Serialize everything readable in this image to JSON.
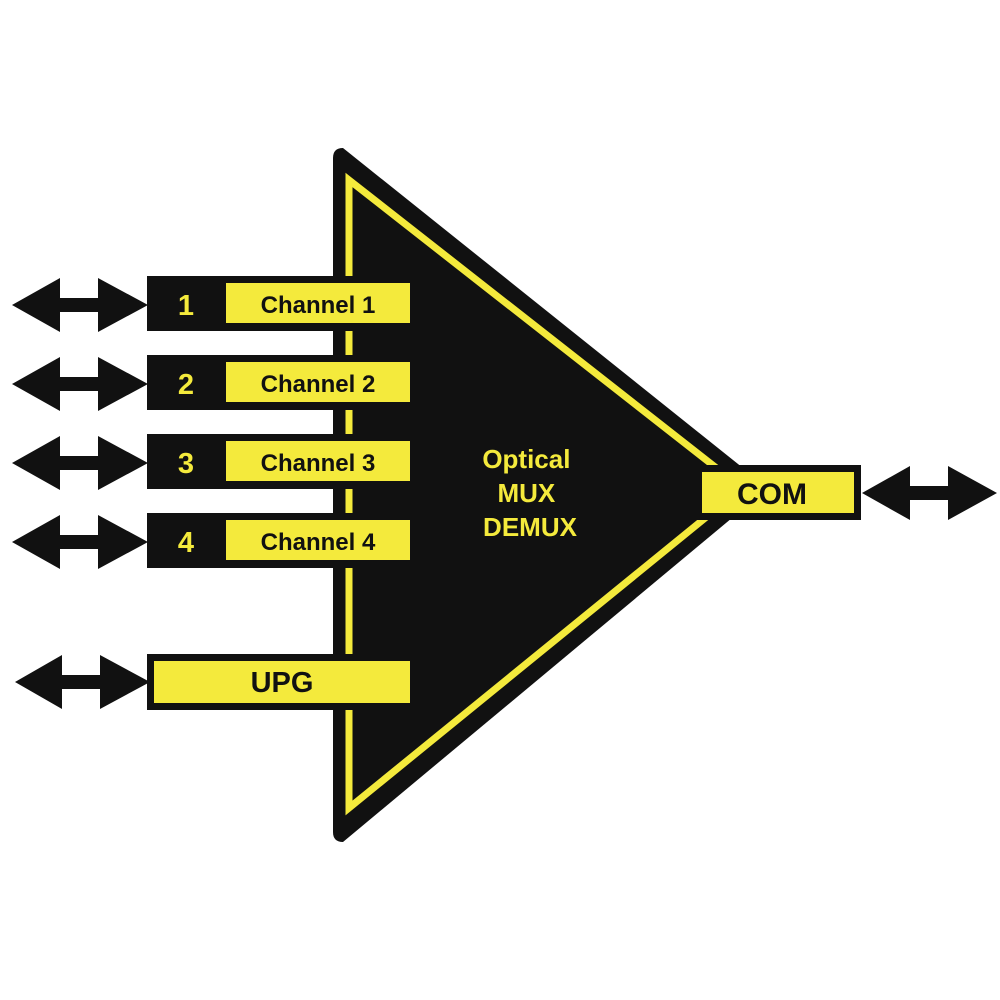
{
  "colors": {
    "background": "#ffffff",
    "body": "#111111",
    "accent": "#f4ea3c"
  },
  "mux": {
    "label_lines": [
      "Optical",
      "MUX",
      "DEMUX"
    ]
  },
  "channels": [
    {
      "number": "1",
      "label": "Channel 1"
    },
    {
      "number": "2",
      "label": "Channel 2"
    },
    {
      "number": "3",
      "label": "Channel 3"
    },
    {
      "number": "4",
      "label": "Channel 4"
    }
  ],
  "upg": {
    "label": "UPG"
  },
  "com": {
    "label": "COM"
  },
  "icons": {
    "port_arrow": "double-headed-arrow-icon"
  }
}
